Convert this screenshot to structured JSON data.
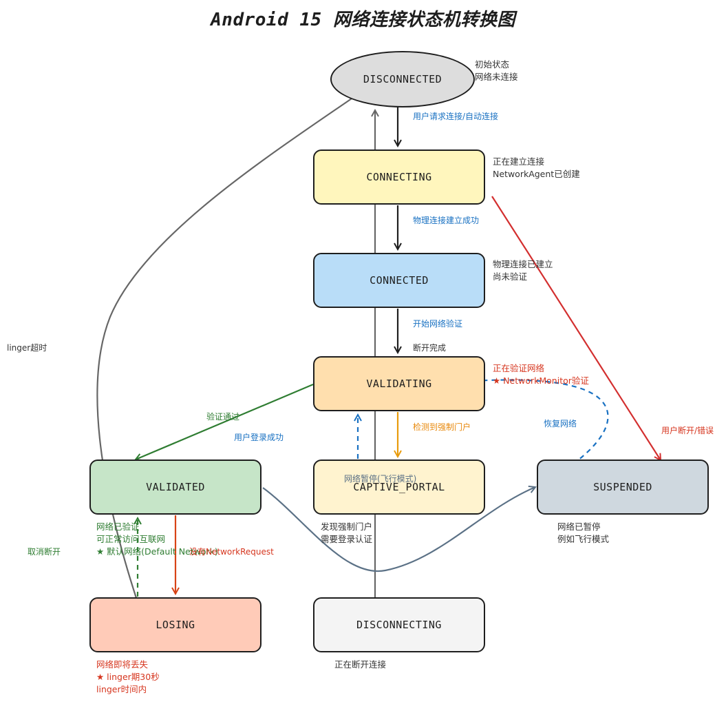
{
  "title": "Android 15 网络连接状态机转换图",
  "colors": {
    "disconnected": "#dddddd",
    "connecting": "#fff6bd",
    "connected": "#b9ddf8",
    "validating": "#ffdfae",
    "validated": "#c6e5c8",
    "captive_portal": "#fff3cf",
    "suspended": "#cfd8df",
    "losing": "#ffcbb8",
    "disconnecting": "#f4f4f4",
    "blue_label": "#1971c2",
    "green_label": "#2f7d32",
    "red_label": "#d6361f",
    "orange_label": "#e8890c",
    "gray_text": "#333333"
  },
  "states": {
    "disconnected": "DISCONNECTED",
    "connecting": "CONNECTING",
    "connected": "CONNECTED",
    "validating": "VALIDATING",
    "validated": "VALIDATED",
    "captive_portal": "CAPTIVE_PORTAL",
    "suspended": "SUSPENDED",
    "losing": "LOSING",
    "disconnecting": "DISCONNECTING"
  },
  "notes": {
    "disconnected": [
      "初始状态",
      "网络未连接"
    ],
    "connecting": [
      "正在建立连接",
      "NetworkAgent已创建"
    ],
    "connected": [
      "物理连接已建立",
      "尚未验证"
    ],
    "validating": [
      "正在验证网络",
      "★ NetworkMonitor验证"
    ],
    "validated": [
      "网络已验证",
      "可正常访问互联网",
      "★ 默认网络(Default Network)"
    ],
    "captive_portal": [
      "发现强制门户",
      "需要登录认证"
    ],
    "suspended": [
      "网络已暂停",
      "例如飞行模式"
    ],
    "losing": [
      "网络即将丢失",
      "★ linger期30秒",
      "linger时间内"
    ],
    "disconnecting": [
      "正在断开连接"
    ]
  },
  "transitions": {
    "user_request": "用户请求连接/自动连接",
    "physical_ok": "物理连接建立成功",
    "start_validation": "开始网络验证",
    "disconnect_done": "断开完成",
    "validation_passed": "验证通过",
    "login_success": "用户登录成功",
    "captive_detected": "检测到强制门户",
    "network_paused": "网络暂停(飞行模式)",
    "resume_network": "恢复网络",
    "user_disconnect_error": "用户断开/错误",
    "linger_timeout": "linger超时",
    "cancel_disconnect": "取消断开",
    "no_request": "没有NetworkRequest"
  }
}
